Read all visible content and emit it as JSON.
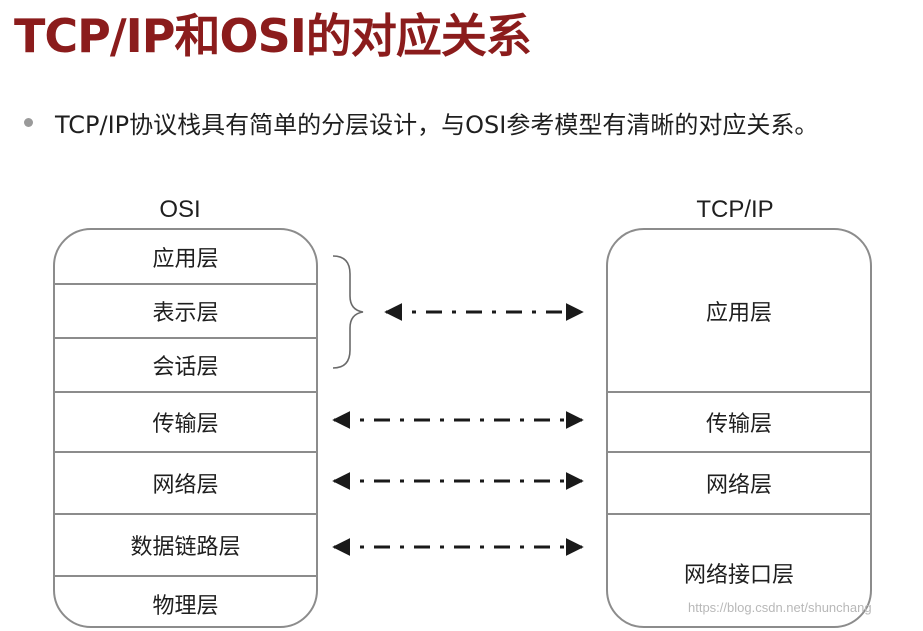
{
  "title": "TCP/IP和OSI的对应关系",
  "bullet": "TCP/IP协议栈具有简单的分层设计，与OSI参考模型有清晰的对应关系。",
  "osi": {
    "label": "OSI",
    "layers": [
      "应用层",
      "表示层",
      "会话层",
      "传输层",
      "网络层",
      "数据链路层",
      "物理层"
    ]
  },
  "tcpip": {
    "label": "TCP/IP",
    "layers": [
      "应用层",
      "传输层",
      "网络层",
      "网络接口层"
    ]
  },
  "watermark": "https://blog.csdn.net/shunchang",
  "colors": {
    "title": "#8b1c1c",
    "border": "#8c8c8c",
    "arrow": "#1a1a1a"
  }
}
